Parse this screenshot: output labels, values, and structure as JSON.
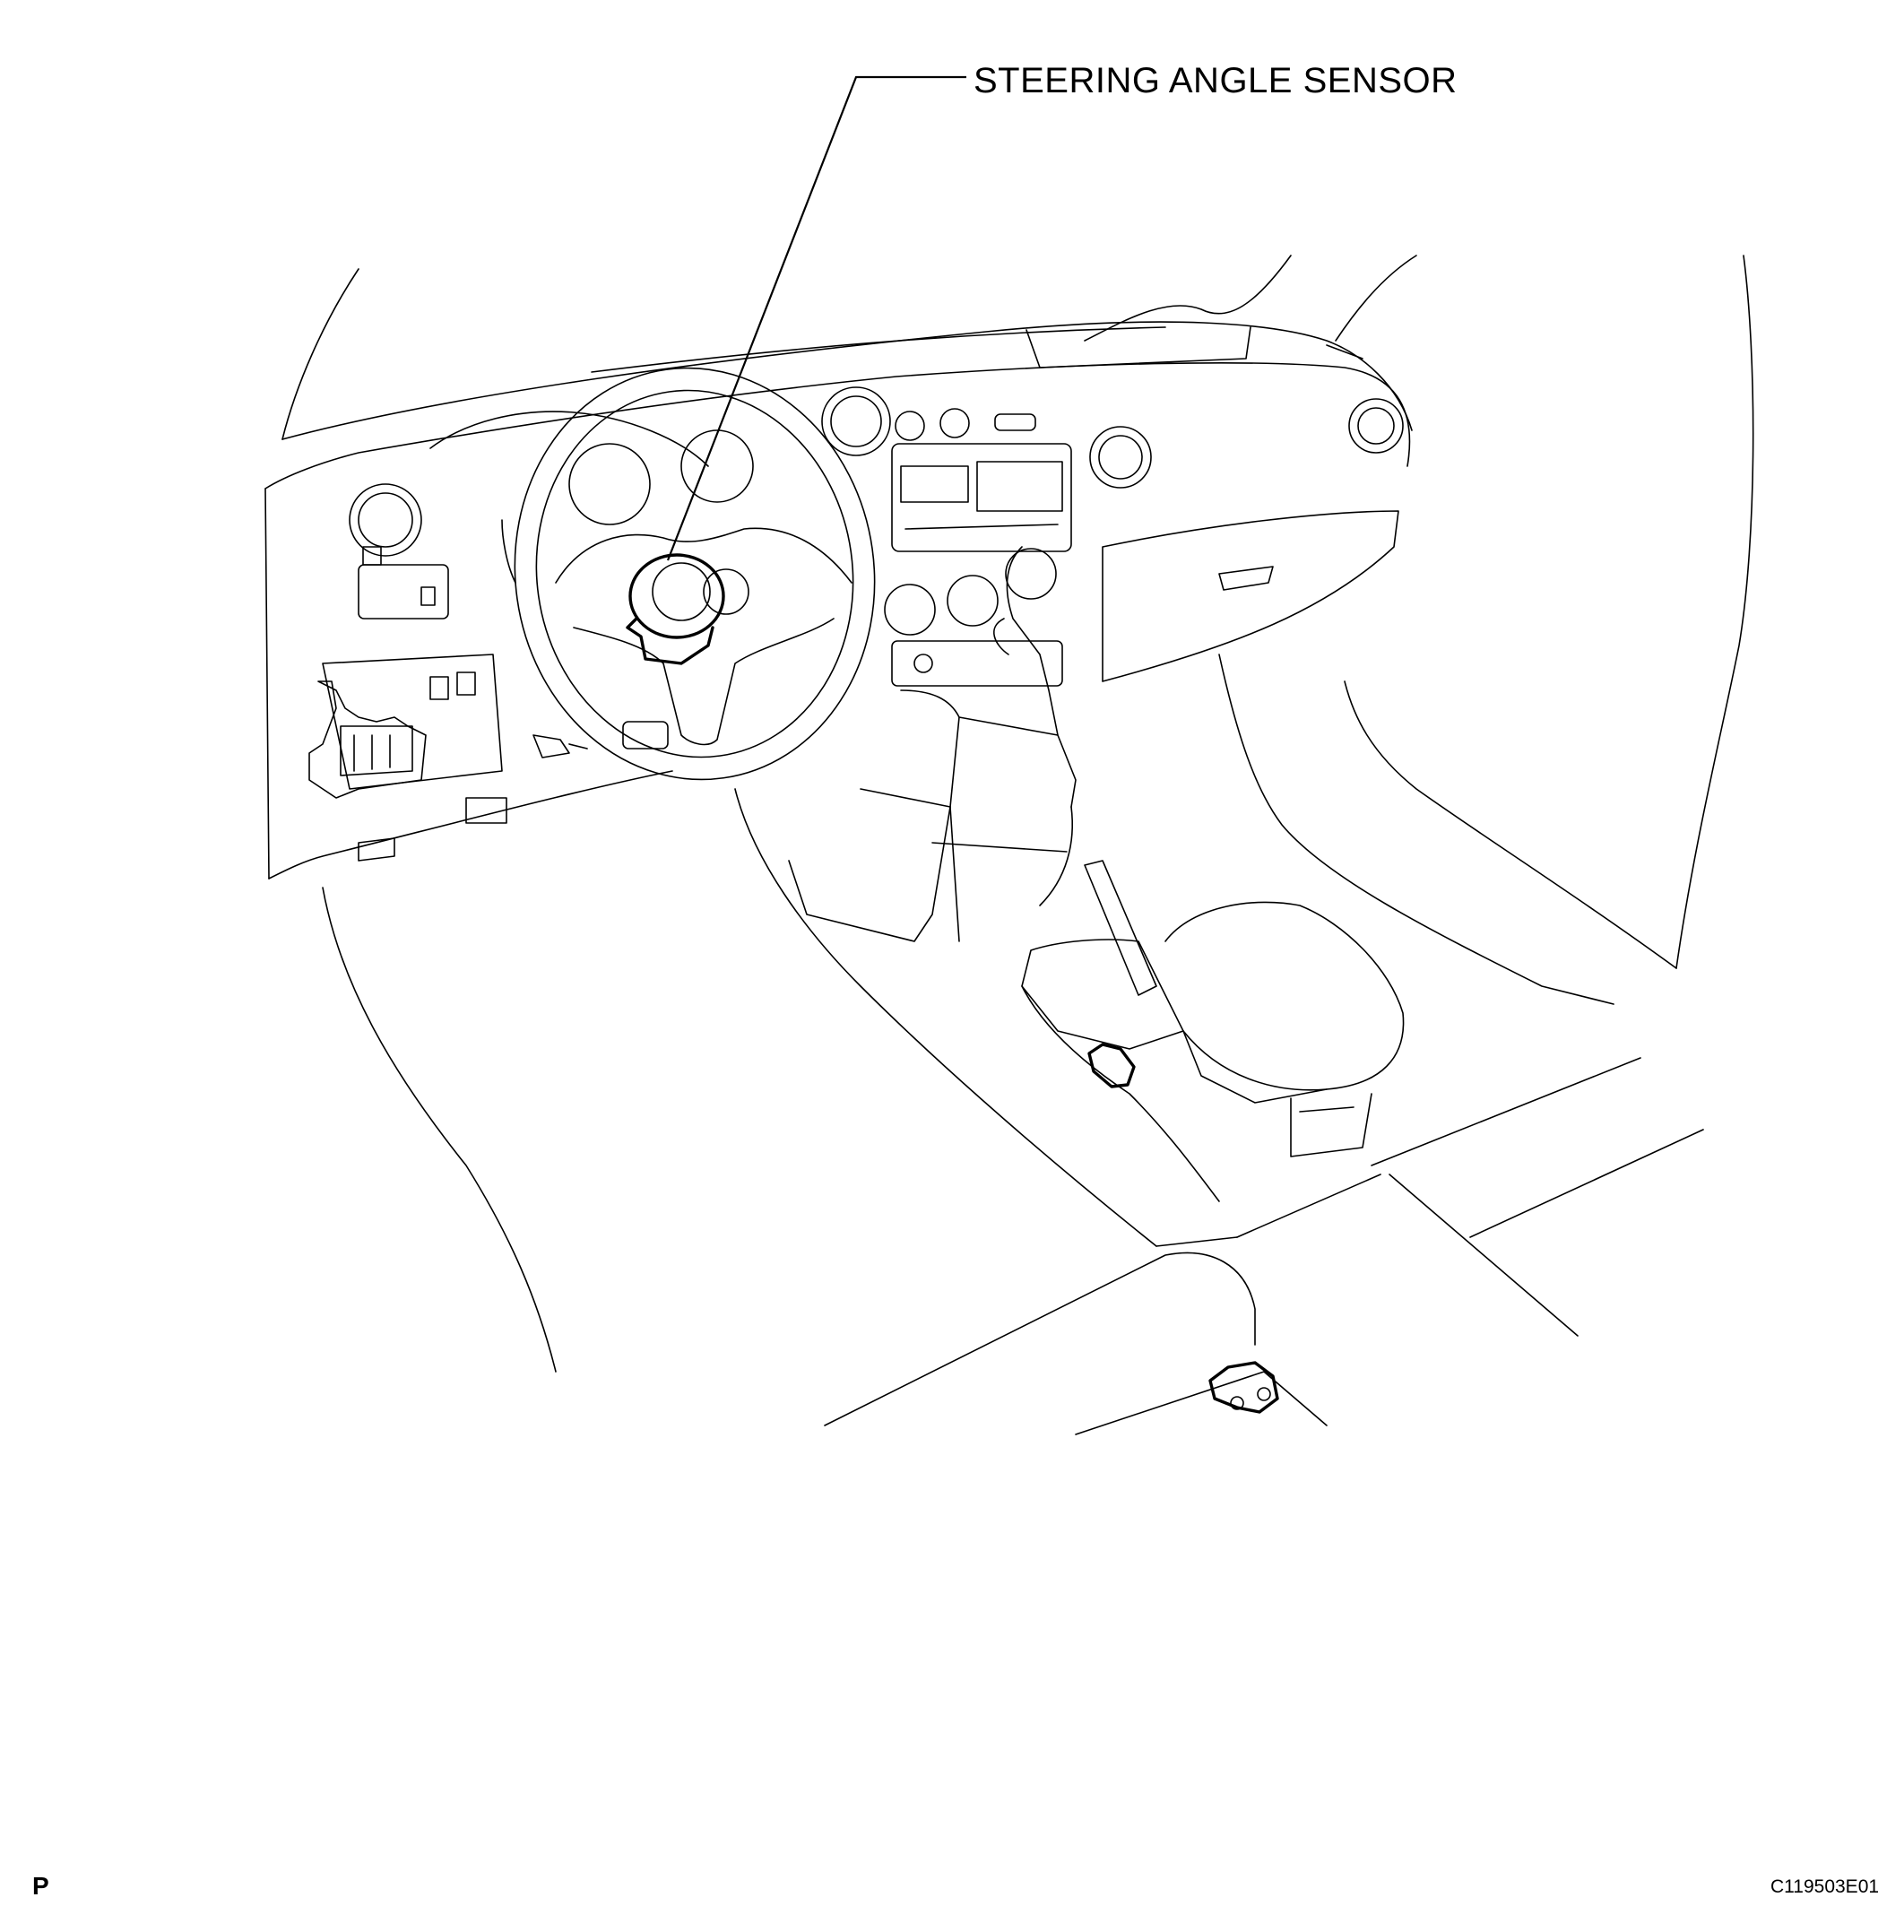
{
  "callout": {
    "label": "STEERING ANGLE SENSOR"
  },
  "footer": {
    "page_marker": "P",
    "figure_code": "C119503E01"
  }
}
